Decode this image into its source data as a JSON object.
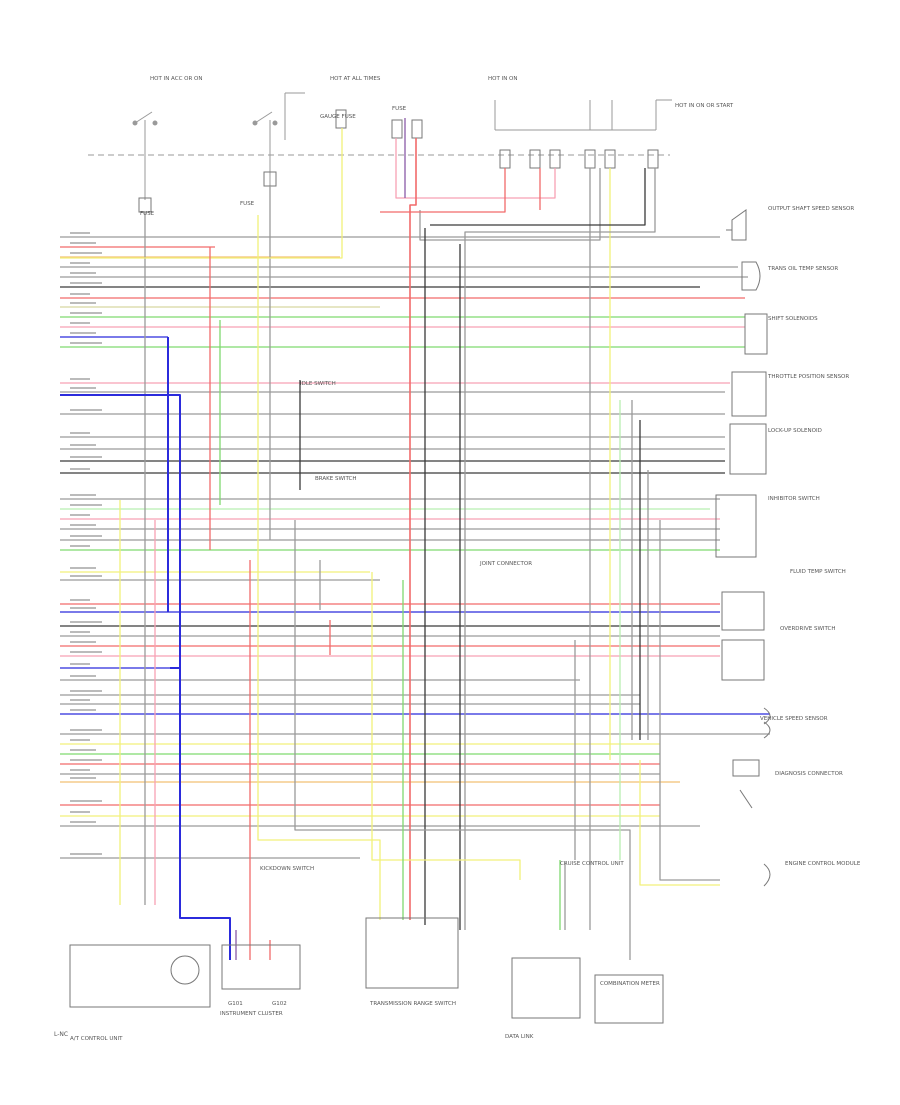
{
  "diagram": {
    "ref_code": "L-NC",
    "labels": [
      "HOT IN ACC OR ON",
      "HOT AT ALL TIMES",
      "HOT IN ON",
      "HOT IN ON OR START",
      "FUSE",
      "FUSE",
      "FUSE",
      "GAUGE FUSE",
      "OUTPUT SHAFT SPEED SENSOR",
      "TRANS OIL TEMP SENSOR",
      "SHIFT SOLENOIDS",
      "THROTTLE POSITION SENSOR",
      "LOCK-UP SOLENOID",
      "INHIBITOR SWITCH",
      "FLUID TEMP SWITCH",
      "OVERDRIVE SWITCH",
      "VEHICLE SPEED SENSOR",
      "DIAGNOSIS CONNECTOR",
      "ENGINE CONTROL MODULE",
      "A/T CONTROL UNIT",
      "TRANSMISSION RANGE SWITCH",
      "DATA LINK",
      "G101",
      "G102",
      "INSTRUMENT CLUSTER",
      "KICKDOWN SWITCH",
      "JOINT CONNECTOR",
      "COMBINATION METER",
      "IDLE SWITCH",
      "BRAKE SWITCH",
      "CRUISE CONTROL UNIT"
    ],
    "wire_colors": {
      "red": "#f26a6a",
      "pink": "#f7a1b4",
      "yellow": "#f2f07a",
      "green": "#7fd96f",
      "light_green": "#b8efb0",
      "blue": "#2b2bdc",
      "purple": "#8a5aa8",
      "gray": "#9a9a9a",
      "dark": "#3a3a3a",
      "orange": "#f2c074",
      "tan": "#d7d7a0"
    }
  }
}
